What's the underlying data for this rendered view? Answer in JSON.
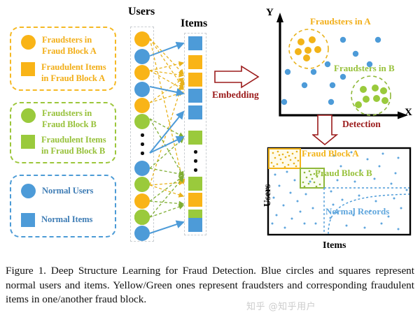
{
  "legend": {
    "groups": [
      {
        "id": "block-a",
        "color": "#F9B417",
        "text_color": "#F2AE18",
        "rows": [
          {
            "shape": "circle",
            "label": "Fraudsters in\nFraud Block A"
          },
          {
            "shape": "square",
            "label": "Fraudulent Items\nin Fraud Block A"
          }
        ]
      },
      {
        "id": "block-b",
        "color": "#9ACA3C",
        "text_color": "#97C13A",
        "rows": [
          {
            "shape": "circle",
            "label": "Fraudsters in\nFraud Block B"
          },
          {
            "shape": "square",
            "label": "Fraudulent Items\nin Fraud Block B"
          }
        ]
      },
      {
        "id": "normal",
        "color": "#4D9BD8",
        "text_color": "#3F7DB5",
        "rows": [
          {
            "shape": "circle",
            "label": "Normal Users"
          },
          {
            "shape": "square",
            "label": "Normal Items"
          }
        ]
      }
    ]
  },
  "bipartite": {
    "users_title": "Users",
    "items_title": "Items",
    "users_nodes": [
      "yellow",
      "blue",
      "yellow",
      "blue",
      "yellow",
      "green",
      "dots",
      "blue",
      "green",
      "yellow",
      "green",
      "green",
      "blue"
    ],
    "items_nodes": [
      "blue",
      "yellow",
      "yellow",
      "blue",
      "blue",
      "green",
      "dots",
      "green",
      "yellow",
      "green",
      "blue"
    ]
  },
  "transitions": {
    "embedding_label": "Embedding",
    "detection_label": "Detection"
  },
  "embedding_plot": {
    "x_axis_label": "X",
    "y_axis_label": "Y",
    "cluster_a_label": "Fraudsters in A",
    "cluster_b_label": "Fraudsters in B",
    "cluster_a_color": "#F2AE18",
    "cluster_b_color": "#97C13A",
    "normal_color": "#4D9BD8"
  },
  "detection_plot": {
    "x_axis_label": "Items",
    "y_axis_label": "Users",
    "block_a_label": "Fraud Block A",
    "block_b_label": "Fraud Block B",
    "normal_label": "Normal Records",
    "block_a_color": "#F2B318",
    "block_b_color": "#97C13A",
    "normal_color": "#4D9BD8"
  },
  "caption": {
    "text": "Figure 1.   Deep Structure Learning for Fraud Detection. Blue circles and squares represent normal users and items. Yellow/Green ones represent fraudsters and corresponding fraudulent items in one/another fraud block.",
    "watermark": "知乎 @知乎用户"
  },
  "chart_data": {
    "type": "scatter",
    "title": "Embedding space",
    "xlabel": "X",
    "ylabel": "Y",
    "series": [
      {
        "name": "Fraudsters in A",
        "color": "#F2B318",
        "points": [
          [
            0.13,
            0.8
          ],
          [
            0.2,
            0.82
          ],
          [
            0.11,
            0.73
          ],
          [
            0.17,
            0.71
          ],
          [
            0.23,
            0.74
          ],
          [
            0.16,
            0.77
          ]
        ]
      },
      {
        "name": "Fraudsters in B",
        "color": "#9ACA3C",
        "points": [
          [
            0.7,
            0.28
          ],
          [
            0.77,
            0.3
          ],
          [
            0.83,
            0.29
          ],
          [
            0.72,
            0.2
          ],
          [
            0.79,
            0.21
          ],
          [
            0.85,
            0.22
          ]
        ]
      },
      {
        "name": "Normal",
        "color": "#4D9BD8",
        "points": [
          [
            0.47,
            0.82
          ],
          [
            0.79,
            0.83
          ],
          [
            0.62,
            0.66
          ],
          [
            0.38,
            0.56
          ],
          [
            0.73,
            0.55
          ],
          [
            0.1,
            0.5
          ],
          [
            0.25,
            0.48
          ],
          [
            0.52,
            0.47
          ],
          [
            0.2,
            0.37
          ],
          [
            0.41,
            0.36
          ],
          [
            0.05,
            0.22
          ],
          [
            0.36,
            0.2
          ],
          [
            0.55,
            0.38
          ]
        ]
      }
    ]
  }
}
